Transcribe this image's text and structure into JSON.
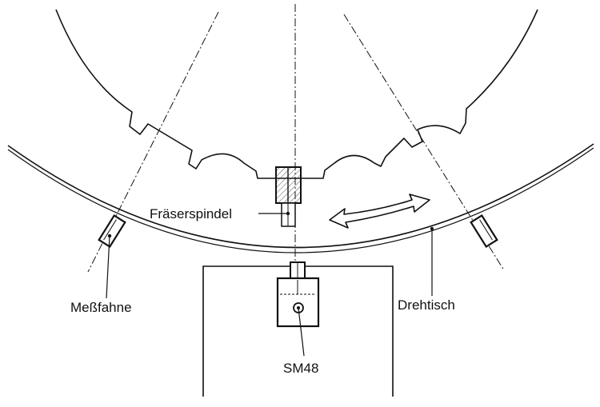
{
  "labels": {
    "spindle": "Fräserspindel",
    "flag": "Meßfahne",
    "table": "Drehtisch",
    "sensor": "SM48"
  },
  "colors": {
    "ink": "#111111",
    "hatch": "#555555",
    "background": "#ffffff"
  }
}
